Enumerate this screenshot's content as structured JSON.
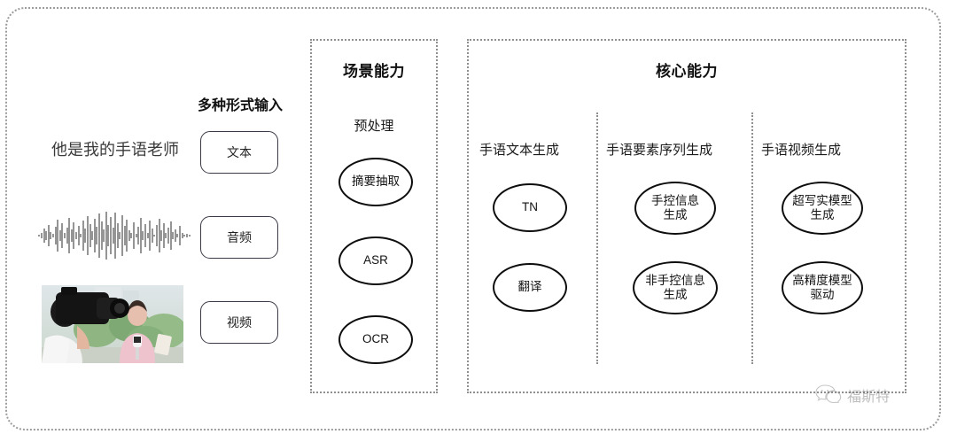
{
  "diagram": {
    "input_section": {
      "heading": "多种形式输入",
      "sample_text": "他是我的手语老师",
      "waveform_alt": "audio-waveform",
      "thumbnail_alt": "video-thumbnail",
      "chips": [
        {
          "label": "文本"
        },
        {
          "label": "音频"
        },
        {
          "label": "视频"
        }
      ]
    },
    "scene_panel": {
      "title": "场景能力",
      "group_label": "预处理",
      "nodes": [
        {
          "line1": "摘要抽取",
          "line2": ""
        },
        {
          "line1": "ASR",
          "line2": ""
        },
        {
          "line1": "OCR",
          "line2": ""
        }
      ]
    },
    "core_panel": {
      "title": "核心能力",
      "columns": [
        {
          "label": "手语文本生成",
          "nodes": [
            {
              "line1": "TN",
              "line2": ""
            },
            {
              "line1": "翻译",
              "line2": ""
            }
          ]
        },
        {
          "label": "手语要素序列生成",
          "nodes": [
            {
              "line1": "手控信息",
              "line2": "生成"
            },
            {
              "line1": "非手控信息",
              "line2": "生成"
            }
          ]
        },
        {
          "label": "手语视频生成",
          "nodes": [
            {
              "line1": "超写实模型",
              "line2": "生成"
            },
            {
              "line1": "高精度模型",
              "line2": "驱动"
            }
          ]
        }
      ]
    },
    "watermark": {
      "icon": "wechat-icon",
      "text": "福斯特"
    },
    "colors": {
      "frame_border": "#9c9c9c",
      "panel_border": "#8f8f8f",
      "node_border": "#0d0d0d",
      "chip_border": "#3a3a46",
      "text": "#1b1b1b"
    }
  }
}
